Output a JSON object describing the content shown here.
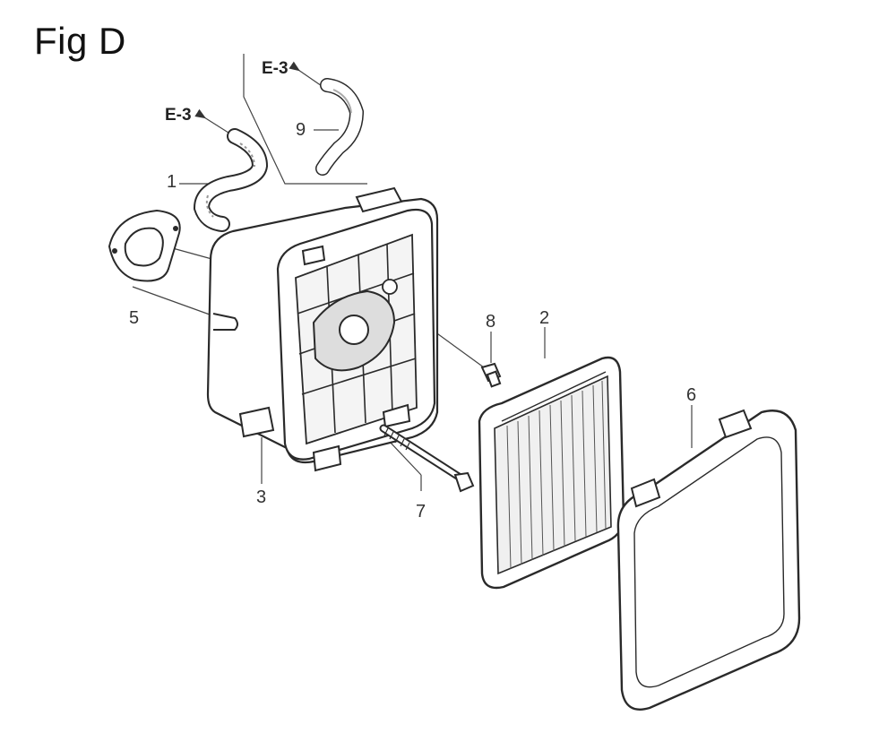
{
  "figure": {
    "title": "Fig D"
  },
  "references": [
    {
      "label": "E-3"
    },
    {
      "label": "E-3"
    }
  ],
  "callouts": [
    {
      "label": "1"
    },
    {
      "label": "2"
    },
    {
      "label": "3"
    },
    {
      "label": "5"
    },
    {
      "label": "6"
    },
    {
      "label": "7"
    },
    {
      "label": "8"
    },
    {
      "label": "9"
    }
  ],
  "colors": {
    "line": "#2a2a2a",
    "fill": "#ffffff",
    "shade": "#d8d8d8"
  }
}
